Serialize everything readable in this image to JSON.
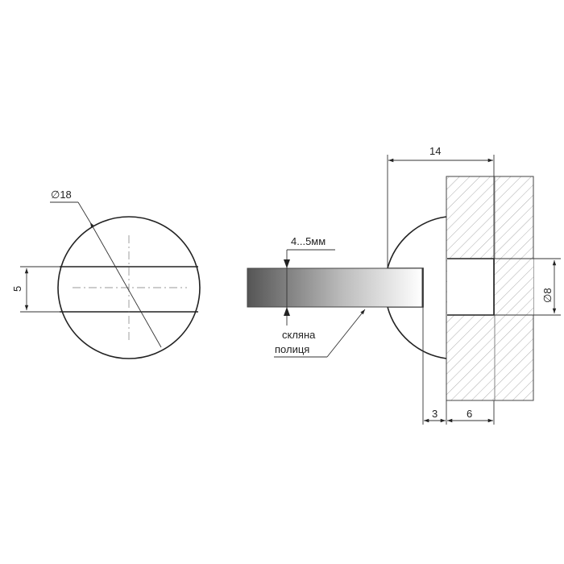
{
  "labels": {
    "diameter_head": "∅18",
    "slot_width": "5",
    "glass_thickness": "4...5мм",
    "glass_label_line1": "скляна",
    "glass_label_line2": "полиця",
    "total_length": "14",
    "pin_diameter": "∅8",
    "head_offset": "3",
    "pin_length": "6"
  }
}
